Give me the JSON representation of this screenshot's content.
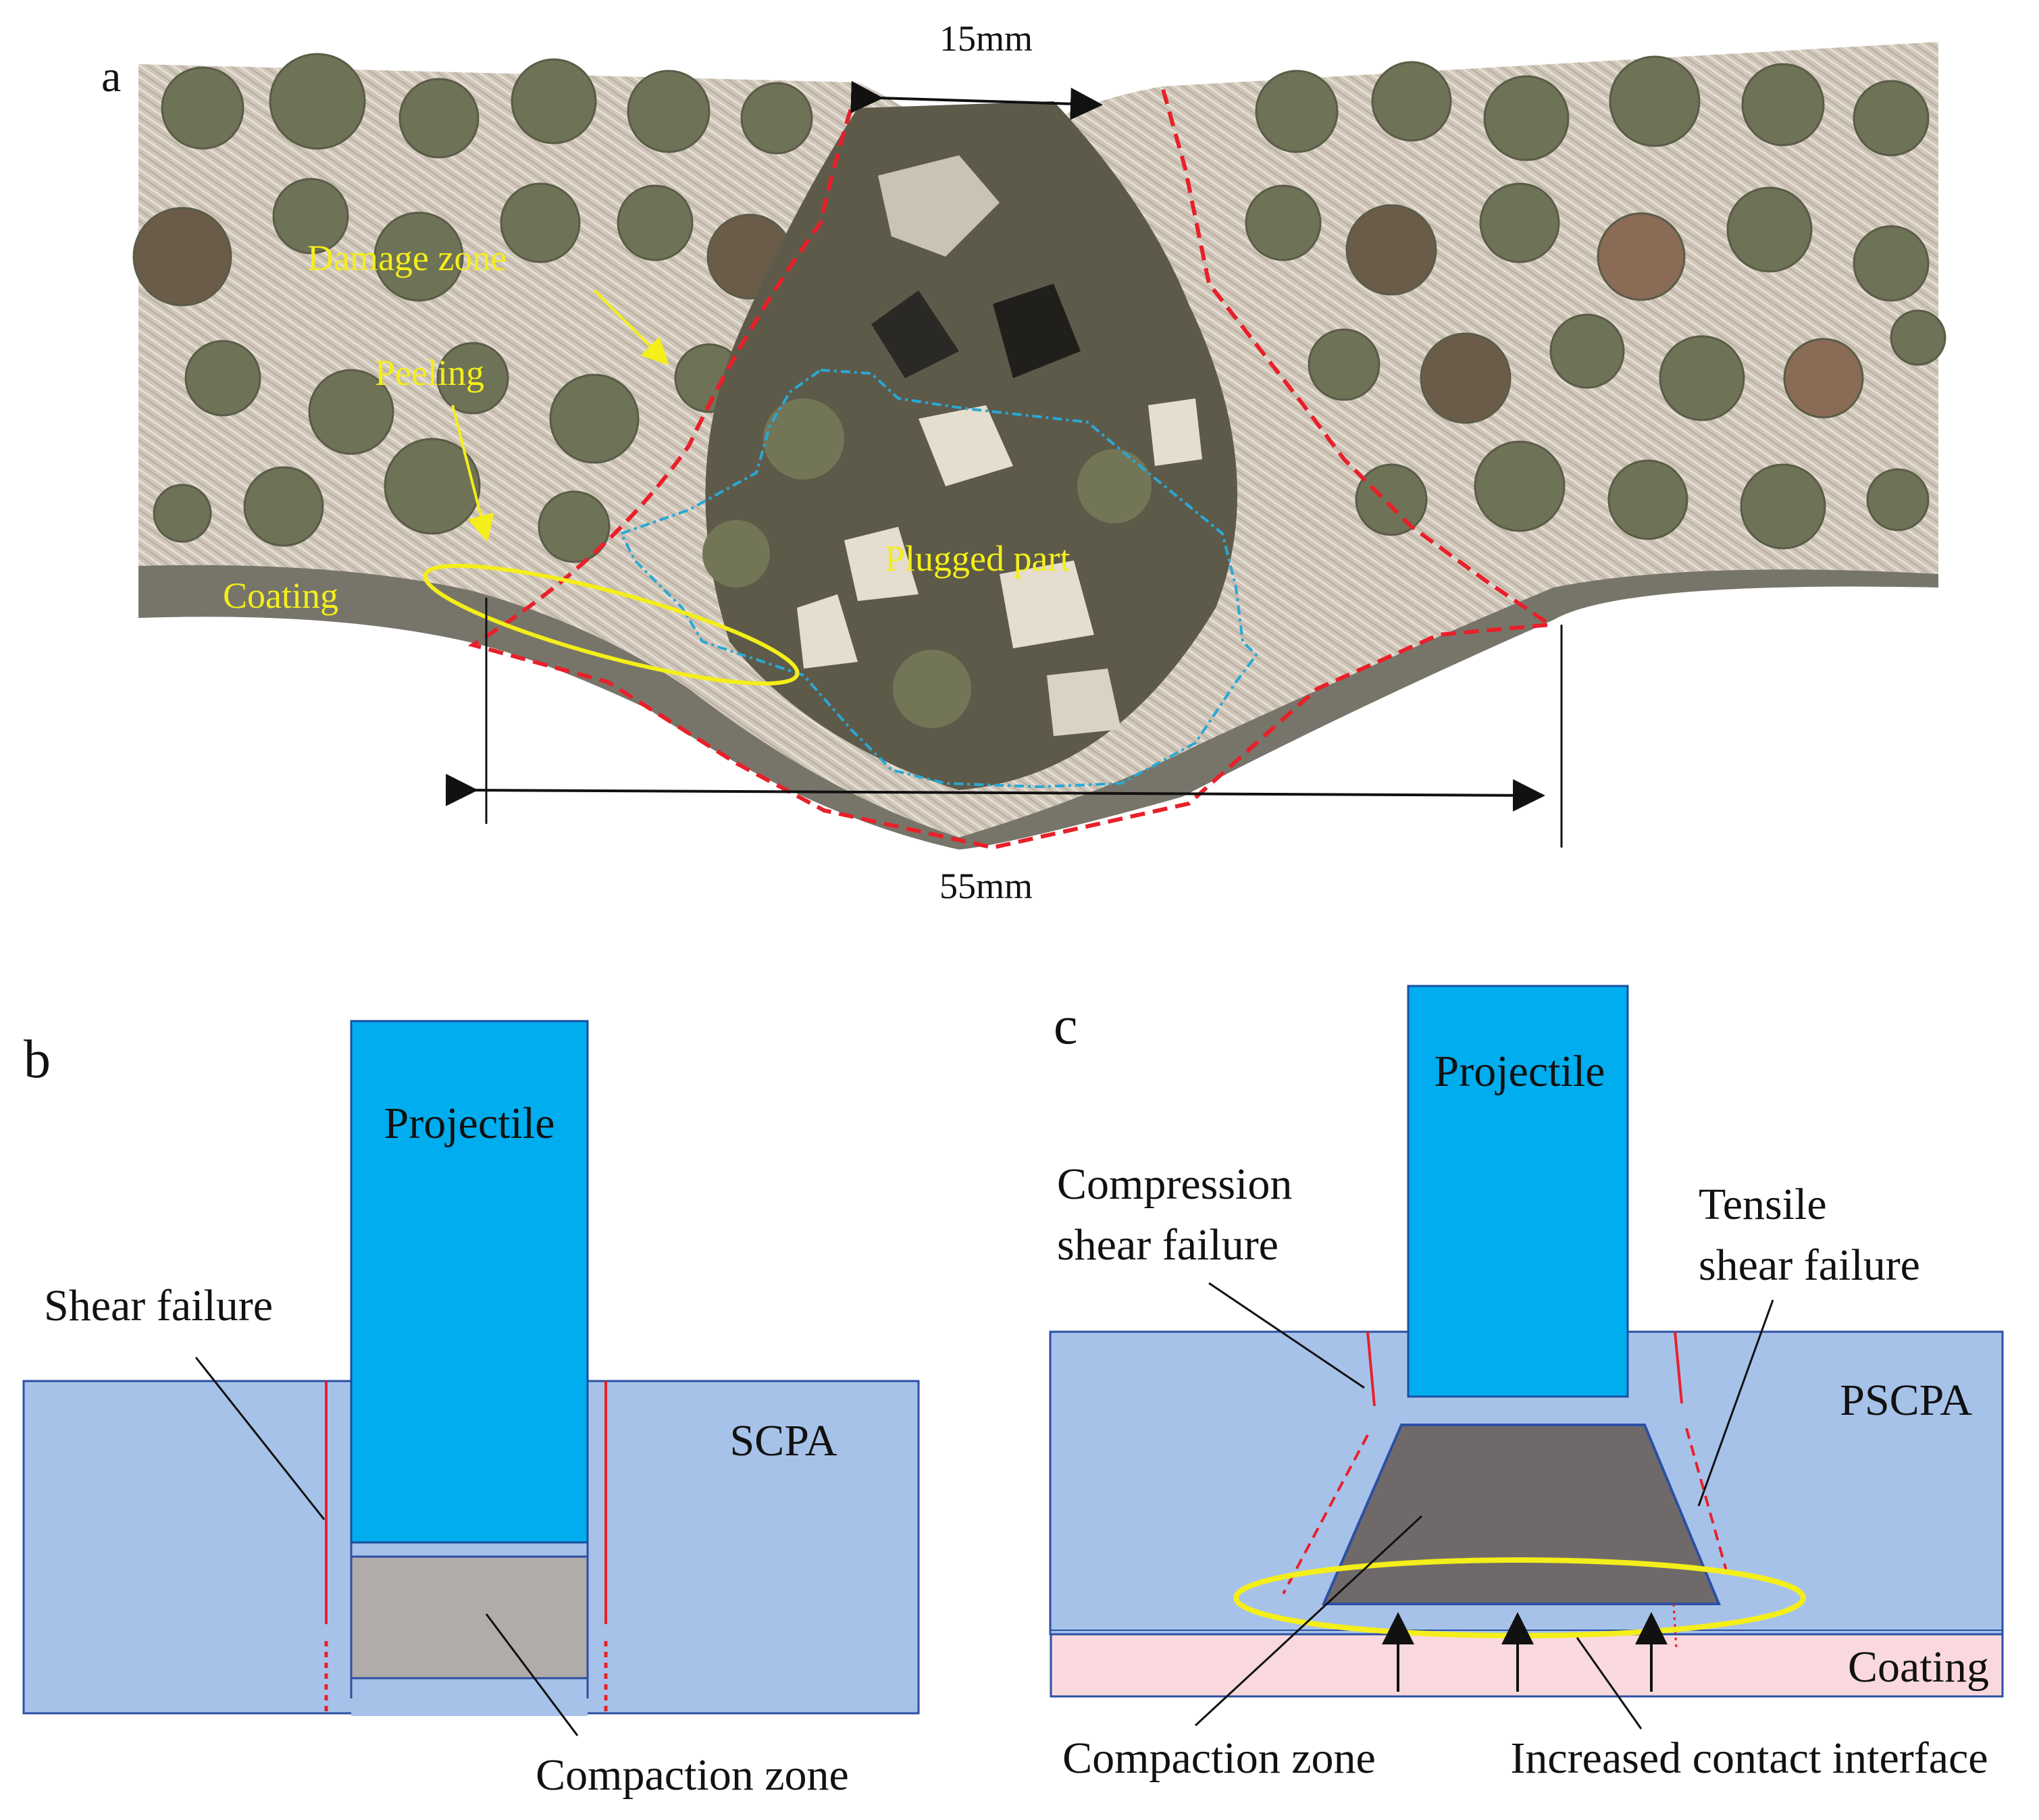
{
  "panel_a": {
    "letter": "a",
    "dim_top": "15mm",
    "dim_bottom": "55mm",
    "labels": {
      "damage_zone": "Damage zone",
      "peeling": "Peeling",
      "coating": "Coating",
      "plugged_part": "Plugged part"
    }
  },
  "panel_b": {
    "letter": "b",
    "projectile": "Projectile",
    "material": "SCPA",
    "shear_failure": "Shear failure",
    "compaction_zone": "Compaction zone"
  },
  "panel_c": {
    "letter": "c",
    "projectile": "Projectile",
    "material": "PSCPA",
    "coating": "Coating",
    "compression_shear_line1": "Compression",
    "compression_shear_line2": "shear failure",
    "tensile_shear_line1": "Tensile",
    "tensile_shear_line2": "shear failure",
    "compaction_zone": "Compaction zone",
    "contact_interface": "Increased contact interface"
  },
  "colors": {
    "projectile": "#00adef",
    "plate": "#a7c2e9",
    "coating_fill": "#f9d9dd",
    "compaction_b": "#b0acaa",
    "compaction_c": "#6f6a69",
    "failure_red": "#e8202a",
    "highlight_yellow": "#f4ee1a",
    "plug_outline": "#2aa8d4"
  }
}
